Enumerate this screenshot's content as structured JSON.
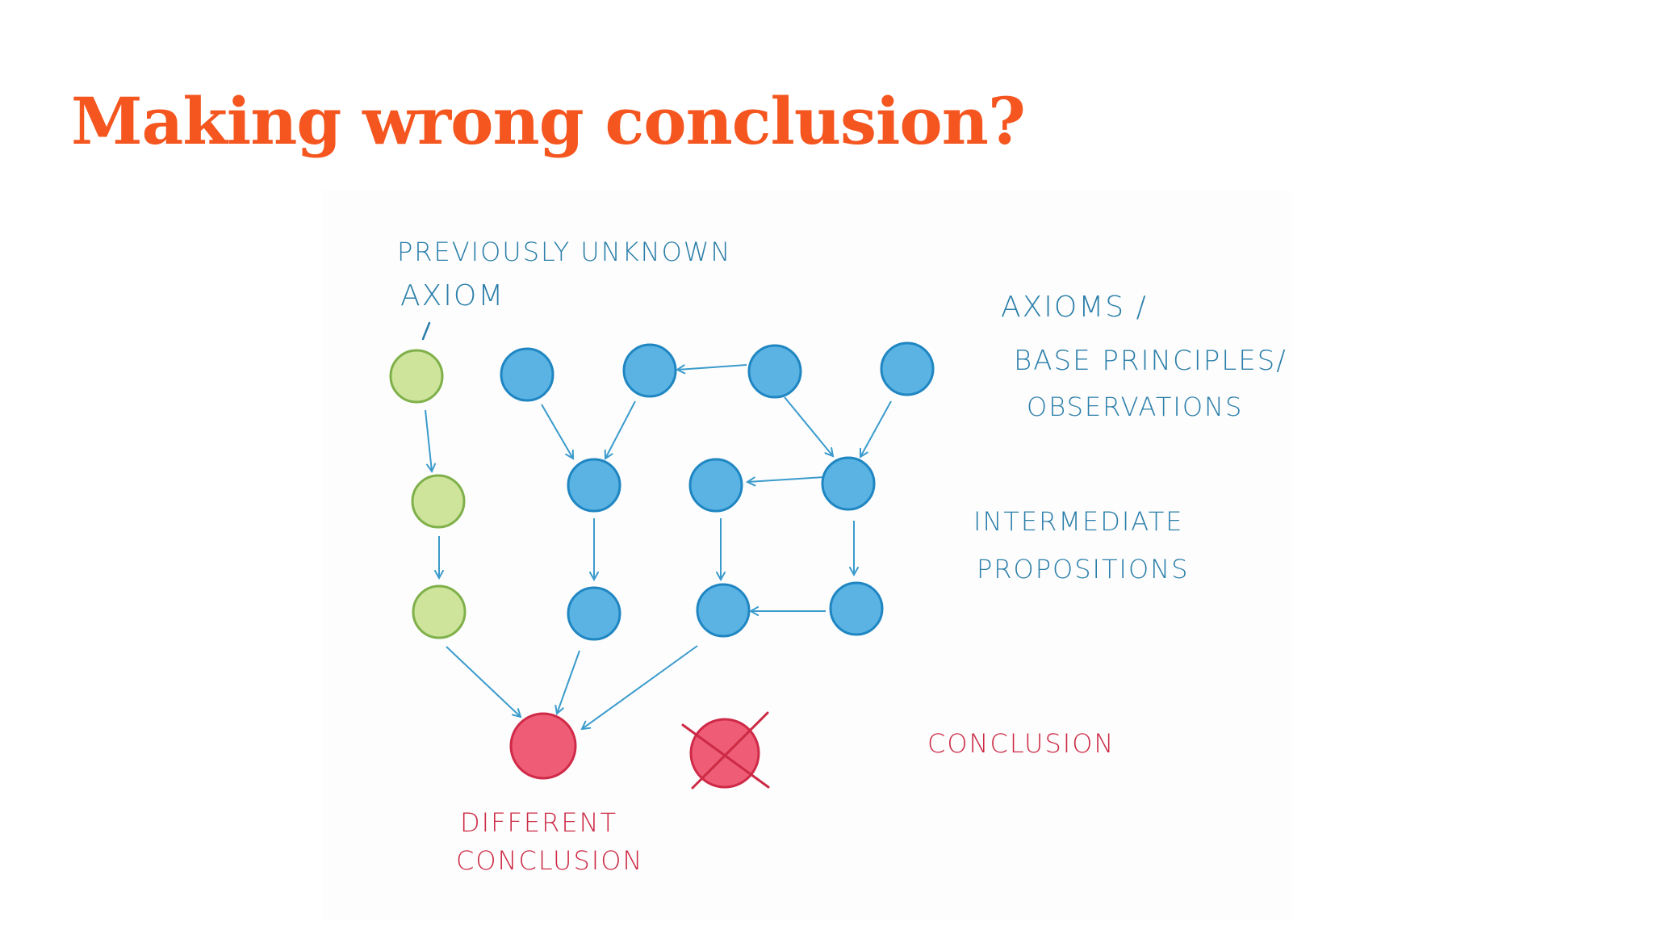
{
  "slide": {
    "title": "Making wrong conclusion?"
  },
  "diagram": {
    "labels": {
      "unknown_axiom_line1": "PREVIOUSLY UNKNOWN",
      "unknown_axiom_line2": "AXIOM",
      "axioms_line1": "AXIOMS /",
      "axioms_line2": "BASE PRINCIPLES/",
      "axioms_line3": "OBSERVATIONS",
      "intermediate_line1": "INTERMEDIATE",
      "intermediate_line2": "PROPOSITIONS",
      "conclusion": "CONCLUSION",
      "different_line1": "DIFFERENT",
      "different_line2": "CONCLUSION"
    },
    "colors": {
      "title": "#f5551f",
      "blue_label": "#2a7ea9",
      "red_label": "#cc2a45",
      "blue_node_fill": "#5ab3e3",
      "blue_node_stroke": "#1f86c2",
      "green_node_fill": "#cde49a",
      "green_node_stroke": "#7fb04a",
      "red_node_fill": "#ee5d75",
      "red_node_stroke": "#cf2a48",
      "arrow": "#3a9bcc"
    },
    "node_kinds": {
      "green": "previously unknown axiom chain",
      "blue": "axioms and intermediate propositions",
      "red": "conclusion"
    }
  }
}
